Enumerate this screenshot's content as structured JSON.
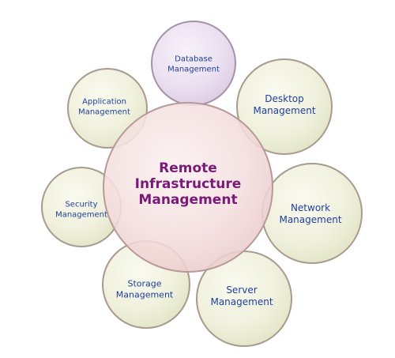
{
  "center": {
    "label": "Remote\nInfrastructure\nManagement"
  },
  "nodes": [
    {
      "id": "database",
      "label": "Database\nManagement"
    },
    {
      "id": "desktop",
      "label": "Desktop\nManagement"
    },
    {
      "id": "network",
      "label": "Network\nManagement"
    },
    {
      "id": "server",
      "label": "Server\nManagement"
    },
    {
      "id": "storage",
      "label": "Storage\nManagement"
    },
    {
      "id": "security",
      "label": "Security\nManagement"
    },
    {
      "id": "application",
      "label": "Application\nManagement"
    }
  ],
  "colors": {
    "center_fill": "#f4dede",
    "center_text": "#7a1a78",
    "node_fill_default": "#eff0dc",
    "node_fill_database": "#eadff0",
    "node_text": "#1f3f9a",
    "stroke": "#a99a8f"
  }
}
